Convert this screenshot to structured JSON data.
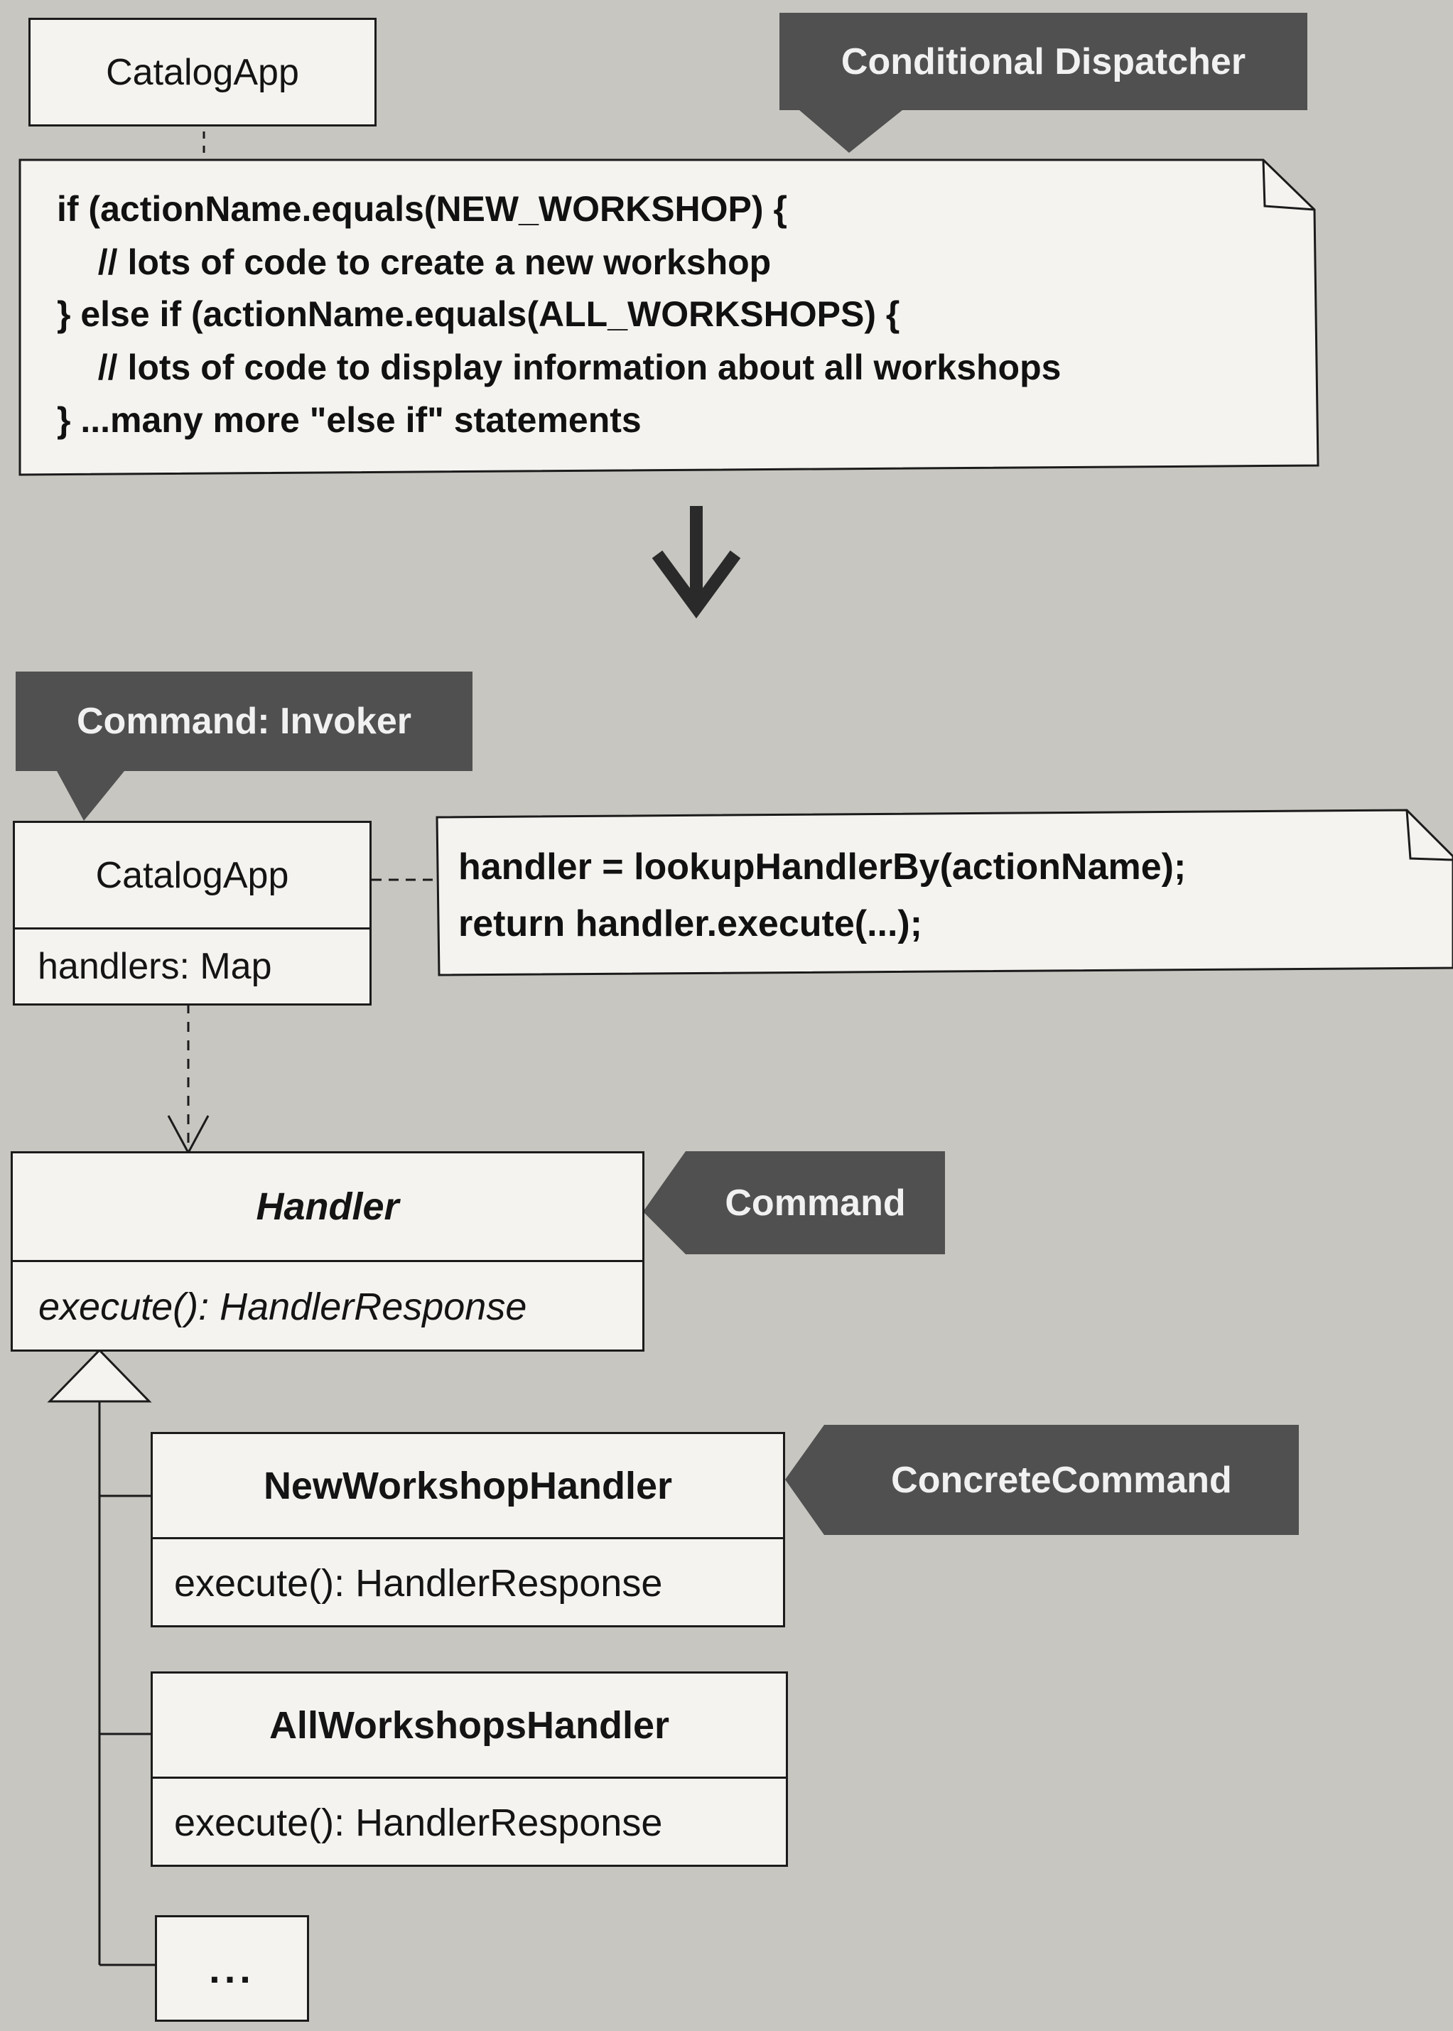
{
  "tags": {
    "conditional_dispatcher": "Conditional Dispatcher",
    "command_invoker": "Command: Invoker",
    "command": "Command",
    "concrete_command": "ConcreteCommand"
  },
  "top": {
    "catalog_app": "CatalogApp",
    "code": [
      "if (actionName.equals(NEW_WORKSHOP) {",
      "  // lots of code to create a new workshop",
      "} else if (actionName.equals(ALL_WORKSHOPS) {",
      "  // lots of code to display information about all workshops",
      "} ...many more \"else if\" statements"
    ]
  },
  "bottom": {
    "catalog_app": {
      "name": "CatalogApp",
      "attribute": "handlers: Map"
    },
    "note": [
      "handler = lookupHandlerBy(actionName);",
      "return handler.execute(...);"
    ],
    "handler": {
      "name": "Handler",
      "method": "execute(): HandlerResponse"
    },
    "new_workshop_handler": {
      "name": "NewWorkshopHandler",
      "method": "execute(): HandlerResponse"
    },
    "all_workshops_handler": {
      "name": "AllWorkshopsHandler",
      "method": "execute(): HandlerResponse"
    },
    "more": "..."
  },
  "colors": {
    "background": "#c7c6c1",
    "box_fill": "#f4f3ef",
    "tag_fill": "#505050",
    "line": "#1b1b1b"
  }
}
